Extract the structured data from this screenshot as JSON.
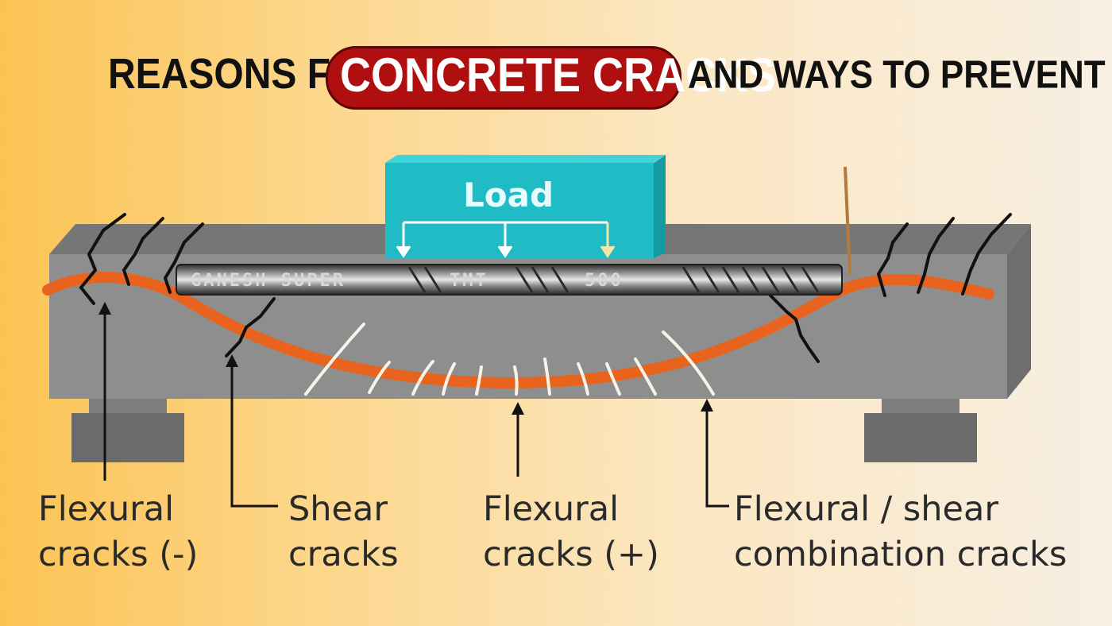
{
  "title": {
    "prefix": "REASONS FOR",
    "highlight": "CONCRETE CRACKS",
    "suffix": "AND WAYS TO PREVENT IT",
    "highlight_color": "#b00f0f"
  },
  "diagram": {
    "load_label": "Load",
    "rebar_text": [
      "GANESH SUPER",
      "TMT",
      "500"
    ],
    "colors": {
      "beam": "#8d8d8d",
      "load_block": "#21c0c8",
      "deflection_curve": "#e8641e",
      "support": "#707070"
    },
    "labels": {
      "flexural_neg": [
        "Flexural",
        "cracks (-)"
      ],
      "shear": [
        "Shear",
        "cracks"
      ],
      "flexural_pos": [
        "Flexural",
        "cracks (+)"
      ],
      "combo": [
        "Flexural / shear",
        "combination cracks"
      ]
    }
  }
}
